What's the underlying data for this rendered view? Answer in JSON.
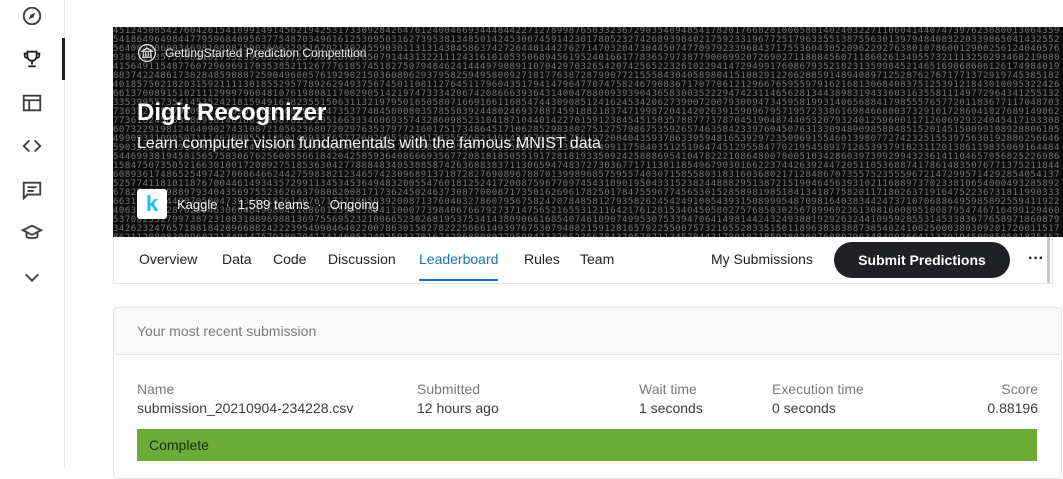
{
  "nav": {
    "items": [
      {
        "icon": "compass-icon",
        "active": false
      },
      {
        "icon": "trophy-icon",
        "active": true
      },
      {
        "icon": "table-icon",
        "active": false
      },
      {
        "icon": "code-icon",
        "active": false
      },
      {
        "icon": "discussion-icon",
        "active": false
      },
      {
        "icon": "graduation-cap-icon",
        "active": false
      },
      {
        "icon": "chevron-down-icon",
        "active": false
      }
    ]
  },
  "competition": {
    "category": "GettingStarted Prediction Competition",
    "title": "Digit Recognizer",
    "subtitle": "Learn computer vision fundamentals with the famous MNIST data",
    "host_logo_letter": "k",
    "host": "Kaggle",
    "teams": "1,589 teams",
    "status": "Ongoing",
    "meta_separator": "·"
  },
  "tabs": {
    "items": [
      "Overview",
      "Data",
      "Code",
      "Discussion",
      "Leaderboard",
      "Rules",
      "Team"
    ],
    "active": "Leaderboard",
    "my_submissions": "My Submissions",
    "submit_label": "Submit Predictions",
    "more_label": "···"
  },
  "submission": {
    "heading": "Your most recent submission",
    "columns": {
      "name": {
        "label": "Name",
        "value": "submission_20210904-234228.csv"
      },
      "submitted": {
        "label": "Submitted",
        "value": "12 hours ago"
      },
      "wait": {
        "label": "Wait time",
        "value": "1 seconds"
      },
      "execution": {
        "label": "Execution time",
        "value": "0 seconds"
      },
      "score": {
        "label": "Score",
        "value": "0.88196"
      }
    },
    "status": "Complete",
    "status_color": "#6aac35"
  },
  "colors": {
    "accent": "#1a73b8",
    "button_dark": "#202124",
    "hero_bg": "#0d0d0d"
  }
}
